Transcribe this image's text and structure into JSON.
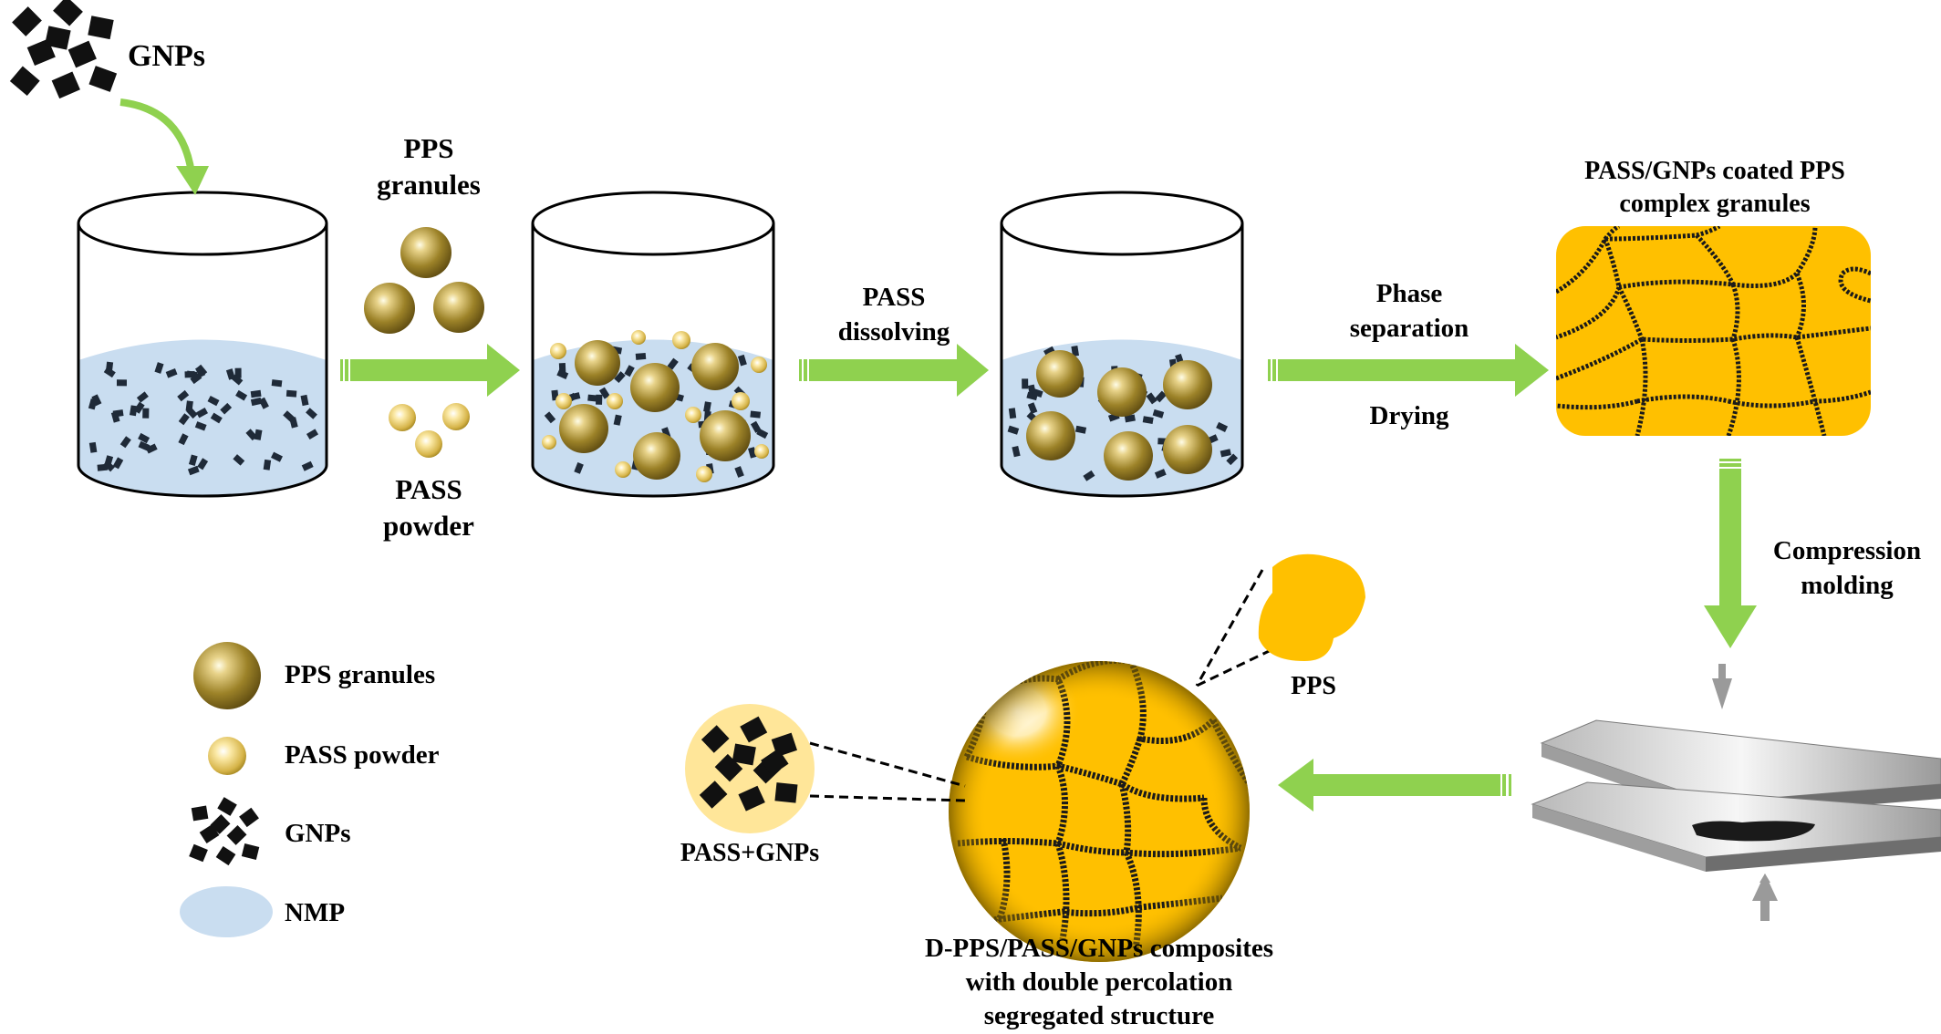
{
  "labels": {
    "gnps_top": "GNPs",
    "pps_granules": [
      "PPS",
      "granules"
    ],
    "pass_powder": [
      "PASS",
      "powder"
    ],
    "pass_dissolving": [
      "PASS",
      "dissolving"
    ],
    "phase_separation": [
      "Phase",
      "separation"
    ],
    "drying": "Drying",
    "coated_title": [
      "PASS/GNPs coated PPS",
      "complex granules"
    ],
    "compression_molding": [
      "Compression",
      "molding"
    ],
    "pps_zoom": "PPS",
    "pass_gnps_zoom": "PASS+GNPs",
    "composite_caption": [
      "D-PPS/PASS/GNPs composites",
      "with double percolation",
      "segregated structure"
    ]
  },
  "legend": [
    {
      "icon": "pps-granule-icon",
      "label": "PPS granules"
    },
    {
      "icon": "pass-powder-icon",
      "label": "PASS powder"
    },
    {
      "icon": "gnps-icon",
      "label": "GNPs"
    },
    {
      "icon": "nmp-icon",
      "label": "NMP"
    }
  ],
  "colors": {
    "arrow_green": "#8fd14f",
    "nmp_blue": "#c9ddf0",
    "pps_orange": "#ffc000",
    "pass_cream": "#ffe699",
    "gnp_black": "#1a1a1a",
    "plate_gray": "#a6a6a6"
  }
}
